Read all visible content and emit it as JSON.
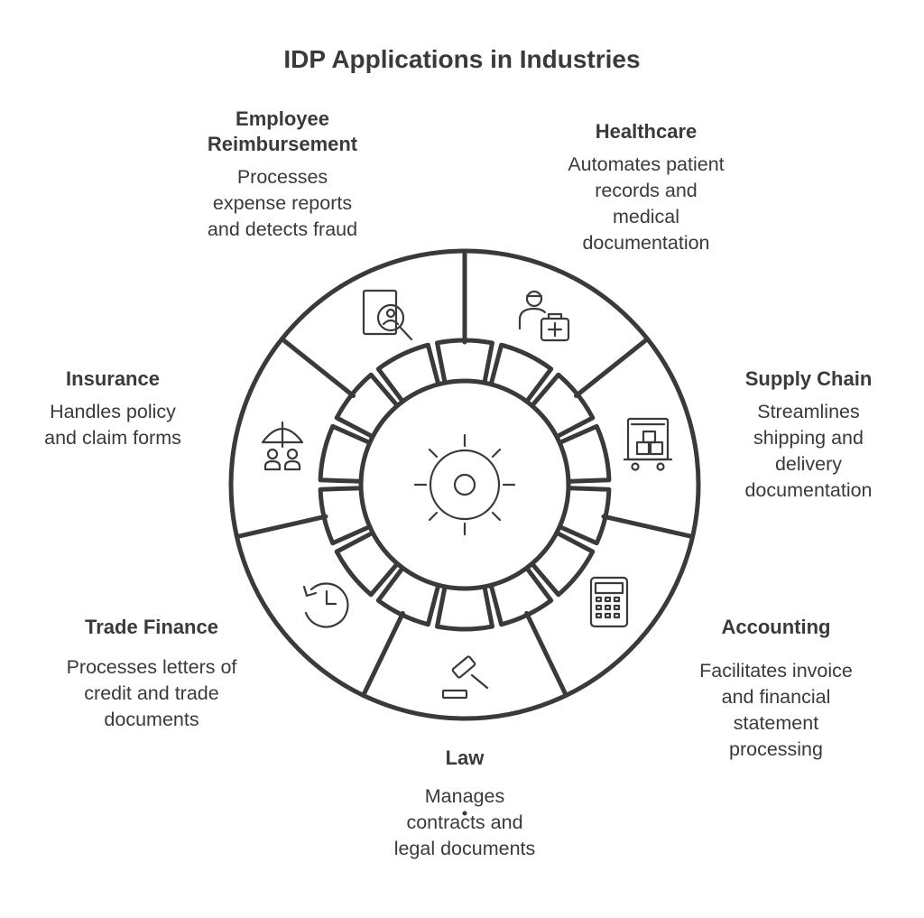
{
  "title": "IDP Applications in Industries",
  "colors": {
    "stroke": "#3a3a3a",
    "background": "#ffffff"
  },
  "hub": {
    "icon": "gear-icon"
  },
  "segments": [
    {
      "id": "employee-reimbursement",
      "title_lines": [
        "Employee",
        "Reimbursement"
      ],
      "description_lines": [
        "Processes",
        "expense reports",
        "and detects fraud"
      ],
      "icon": "magnifier-document-icon"
    },
    {
      "id": "healthcare",
      "title_lines": [
        "Healthcare"
      ],
      "description_lines": [
        "Automates patient",
        "records and",
        "medical",
        "documentation"
      ],
      "icon": "doctor-medkit-icon"
    },
    {
      "id": "supply-chain",
      "title_lines": [
        "Supply Chain"
      ],
      "description_lines": [
        "Streamlines",
        "shipping and",
        "delivery",
        "documentation"
      ],
      "icon": "boxes-cart-icon"
    },
    {
      "id": "accounting",
      "title_lines": [
        "Accounting"
      ],
      "description_lines": [
        "Facilitates invoice",
        "and financial",
        "statement",
        "processing"
      ],
      "icon": "calculator-icon"
    },
    {
      "id": "law",
      "title_lines": [
        "Law"
      ],
      "description_lines": [
        "Manages",
        "contracts and",
        "legal documents"
      ],
      "icon": "gavel-icon"
    },
    {
      "id": "trade-finance",
      "title_lines": [
        "Trade Finance"
      ],
      "description_lines": [
        "Processes letters of",
        "credit and trade",
        "documents"
      ],
      "icon": "clock-history-icon"
    },
    {
      "id": "insurance",
      "title_lines": [
        "Insurance"
      ],
      "description_lines": [
        "Handles policy",
        "and claim forms"
      ],
      "icon": "umbrella-people-icon"
    }
  ]
}
